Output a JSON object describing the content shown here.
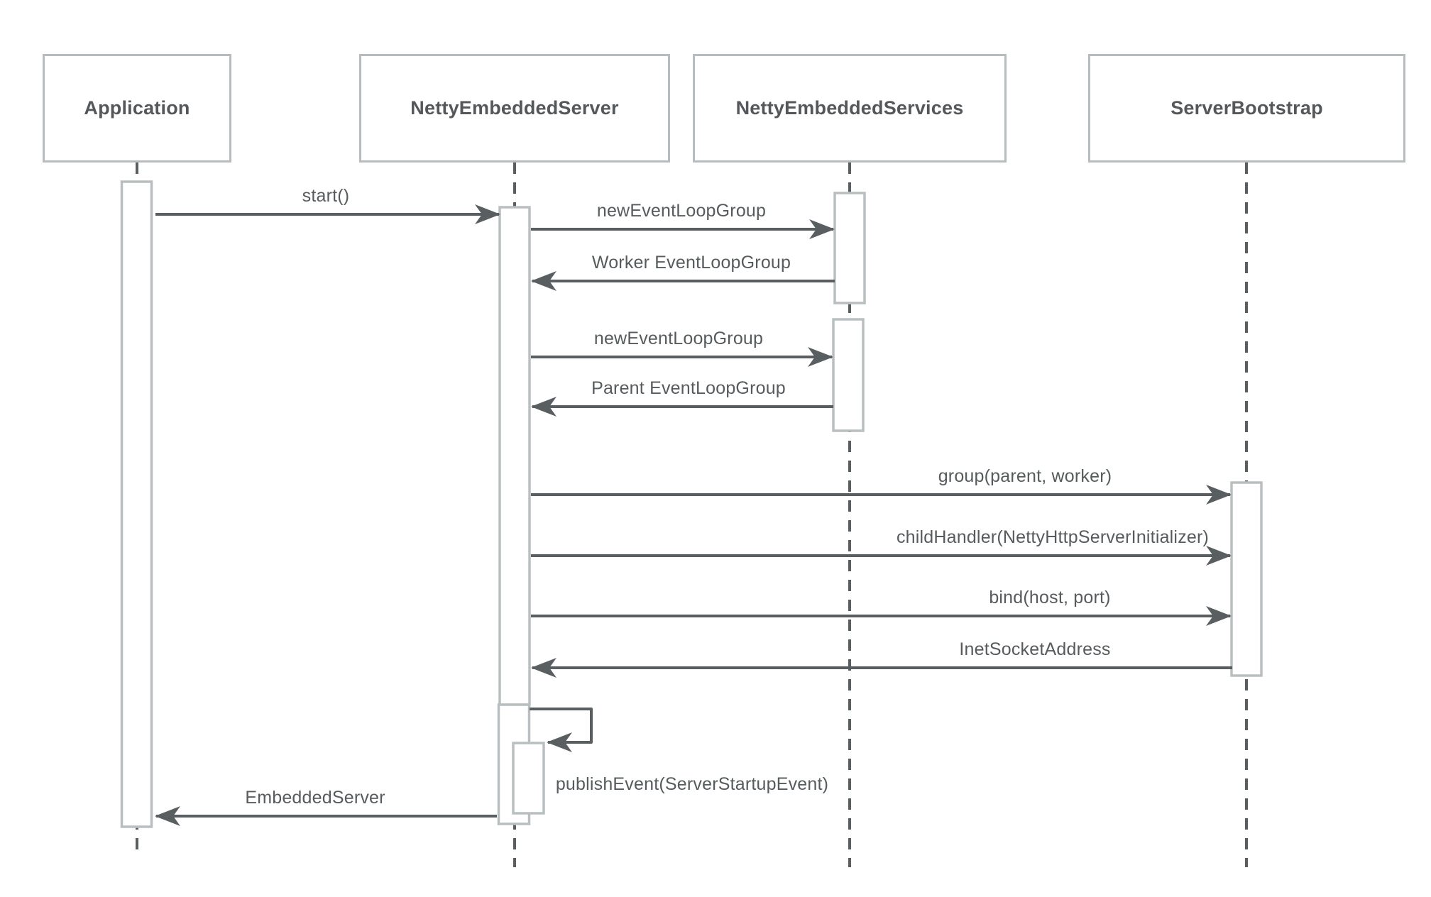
{
  "diagram": {
    "type": "sequence-diagram",
    "participants": [
      {
        "id": "application",
        "label": "Application"
      },
      {
        "id": "netty-embedded-server",
        "label": "NettyEmbeddedServer"
      },
      {
        "id": "netty-embedded-services",
        "label": "NettyEmbeddedServices"
      },
      {
        "id": "server-bootstrap",
        "label": "ServerBootstrap"
      }
    ],
    "messages": [
      {
        "id": "start",
        "label": "start()",
        "from": "Application",
        "to": "NettyEmbeddedServer",
        "kind": "call"
      },
      {
        "id": "new-elg-worker",
        "label": "newEventLoopGroup",
        "from": "NettyEmbeddedServer",
        "to": "NettyEmbeddedServices",
        "kind": "call"
      },
      {
        "id": "worker-elg",
        "label": "Worker EventLoopGroup",
        "from": "NettyEmbeddedServices",
        "to": "NettyEmbeddedServer",
        "kind": "return"
      },
      {
        "id": "new-elg-parent",
        "label": "newEventLoopGroup",
        "from": "NettyEmbeddedServer",
        "to": "NettyEmbeddedServices",
        "kind": "call"
      },
      {
        "id": "parent-elg",
        "label": "Parent EventLoopGroup",
        "from": "NettyEmbeddedServices",
        "to": "NettyEmbeddedServer",
        "kind": "return"
      },
      {
        "id": "group",
        "label": "group(parent, worker)",
        "from": "NettyEmbeddedServer",
        "to": "ServerBootstrap",
        "kind": "call"
      },
      {
        "id": "child-handler",
        "label": "childHandler(NettyHttpServerInitializer)",
        "from": "NettyEmbeddedServer",
        "to": "ServerBootstrap",
        "kind": "call"
      },
      {
        "id": "bind",
        "label": "bind(host, port)",
        "from": "NettyEmbeddedServer",
        "to": "ServerBootstrap",
        "kind": "call"
      },
      {
        "id": "inet-socket-address",
        "label": "InetSocketAddress",
        "from": "ServerBootstrap",
        "to": "NettyEmbeddedServer",
        "kind": "return"
      },
      {
        "id": "publish-event",
        "label": "publishEvent(ServerStartupEvent)",
        "from": "NettyEmbeddedServer",
        "to": "NettyEmbeddedServer",
        "kind": "self"
      },
      {
        "id": "embedded-server",
        "label": "EmbeddedServer",
        "from": "NettyEmbeddedServer",
        "to": "Application",
        "kind": "return"
      }
    ],
    "colors": {
      "background": "#ffffff",
      "box_border": "#b7bdbf",
      "activation_border": "#b9bfc1",
      "text": "#54585a",
      "line": "#595e60"
    }
  }
}
